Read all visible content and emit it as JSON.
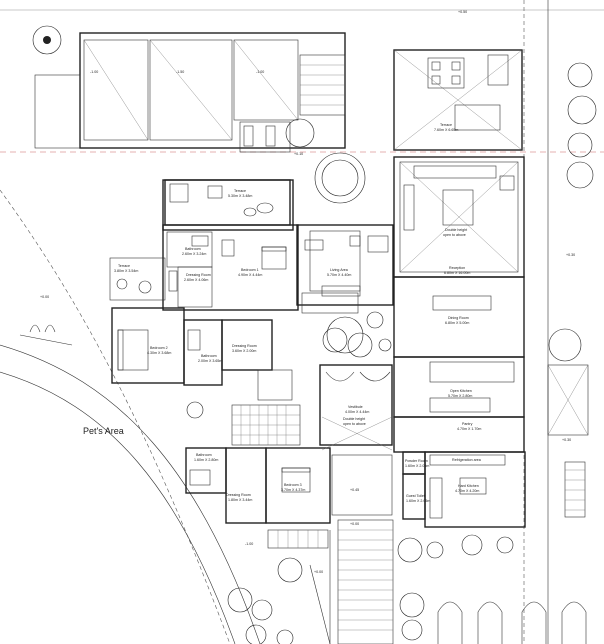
{
  "rooms": {
    "terrace_top": {
      "name": "Terrace",
      "size": "7.60m X 6.65m"
    },
    "terrace_mid": {
      "name": "Terrace",
      "size": "5.30m X 3.48m"
    },
    "terrace_left": {
      "name": "Terrace",
      "size": "3.80m X 3.54m"
    },
    "bathroom_1": {
      "name": "Bathroom",
      "size": "2.60m X 3.24m"
    },
    "dressing_room_1": {
      "name": "Dressing Room",
      "size": "2.60m X 4.06m"
    },
    "bedroom_1": {
      "name": "Bedroom 1",
      "size": "4.90m X 4.44m"
    },
    "living_area": {
      "name": "Living Area",
      "size": "5.70m X 4.40m"
    },
    "double_height_top": {
      "name": "Double height",
      "size": "open to above"
    },
    "reception": {
      "name": "Reception",
      "size": "6.80m X 16.00m"
    },
    "dining_room": {
      "name": "Dining Room",
      "size": "6.80m X 5.00m"
    },
    "bedroom_2": {
      "name": "Bedroom 2",
      "size": "4.30m X 3.68m"
    },
    "bathroom_2": {
      "name": "Bathroom",
      "size": "2.00m X 3.65m"
    },
    "dressing_room_2": {
      "name": "Dressing Room",
      "size": "3.60m X 2.00m"
    },
    "open_kitchen": {
      "name": "Open Kitchen",
      "size": "5.70m X 2.80m"
    },
    "vestibule": {
      "name": "Vestibule",
      "size": "4.00m X 4.44m"
    },
    "double_height_mid": {
      "name": "Double height",
      "size": "open to above"
    },
    "pantry": {
      "name": "Pantry",
      "size": "4.70m X 1.70m"
    },
    "refrigeration": {
      "name": "Refrigeration area"
    },
    "powder_room": {
      "name": "Powder Room",
      "size": "1.60m X 2.05m"
    },
    "guest_toilet": {
      "name": "Guest Toilet",
      "size": "1.60m X 2.05m"
    },
    "hard_kitchen": {
      "name": "Hard Kitchen",
      "size": "4.70m X 4.20m"
    },
    "bathroom_3": {
      "name": "Bathroom",
      "size": "1.60m X 2.80m"
    },
    "bedroom_3": {
      "name": "Bedroom 3",
      "size": "3.70m X 4.37m"
    },
    "dressing_room_3": {
      "name": "Dressing Room",
      "size": "1.80m X 3.44m"
    }
  },
  "area_labels": {
    "pets_area": "Pet's Area"
  },
  "levels": {
    "top_right": "+0.50",
    "pool_a": "-1.00",
    "pool_b": "-1.50",
    "pool_c": "-1.00",
    "near_terrace": "+0.10",
    "right_edge": "+0.30",
    "left_edge": "+0.00",
    "entrance": "+0.45",
    "stairs": "+0.00",
    "bottom_stairs": "-1.00",
    "bottom_left": "+0.00",
    "mid_right": "+0.30"
  }
}
